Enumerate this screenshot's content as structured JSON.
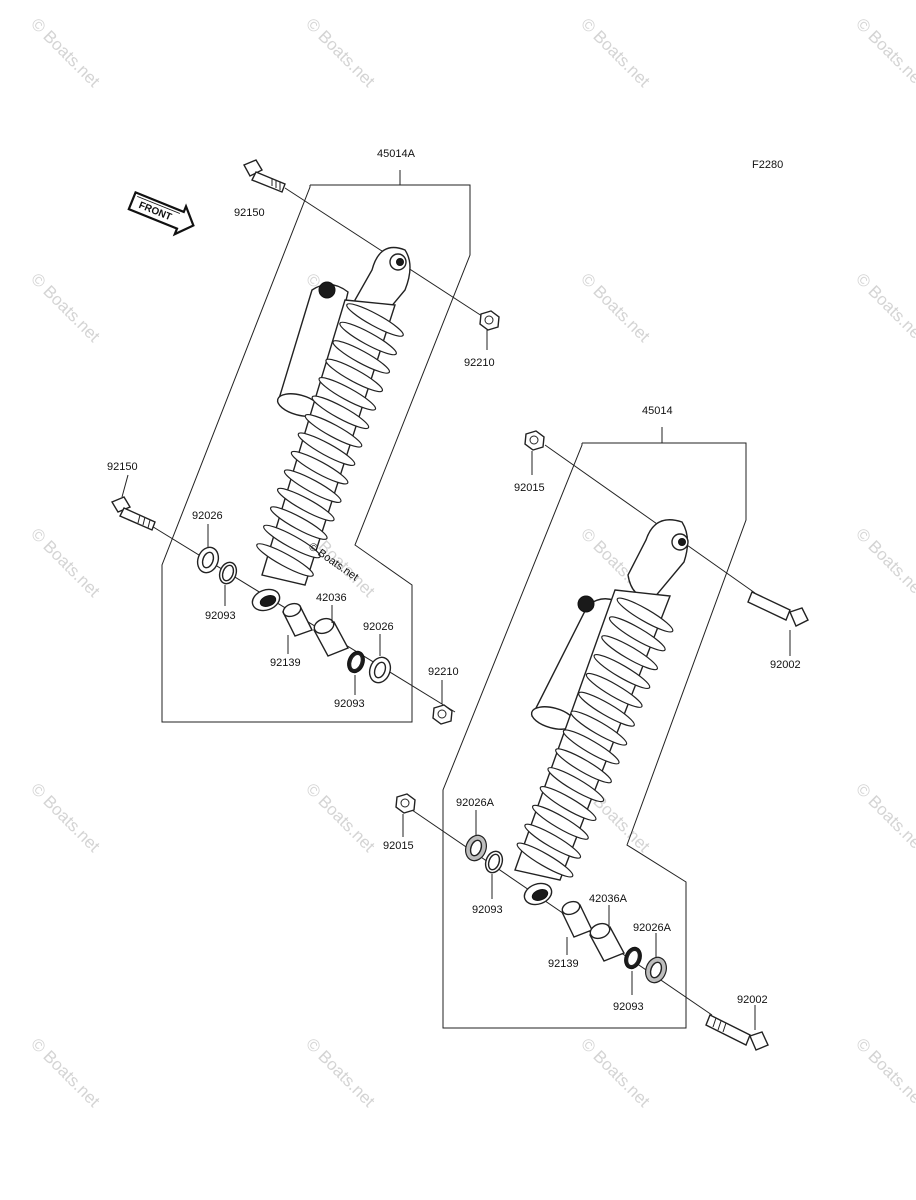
{
  "figure_code": "F2280",
  "front_arrow_label": "FRONT",
  "watermark_text": "© Boats.net",
  "center_watermark": "© Boats.net",
  "labels": {
    "a_assembly": "45014A",
    "a_bolt_top": "92150",
    "a_nut_top": "92210",
    "a_bolt_bottom": "92150",
    "a_washer_left": "92026",
    "a_seal_left": "92093",
    "a_bushing": "92139",
    "a_collar": "42036",
    "a_washer_right": "92026",
    "a_seal_right": "92093",
    "a_nut_bottom": "92210",
    "b_assembly": "45014",
    "b_nut_top": "92015",
    "b_bolt_top": "92002",
    "b_nut_bottom": "92015",
    "b_washer_left": "92026A",
    "b_seal_left": "92093",
    "b_bushing": "92139",
    "b_collar": "42036A",
    "b_washer_right": "92026A",
    "b_seal_right": "92093",
    "b_bolt_bottom": "92002"
  }
}
